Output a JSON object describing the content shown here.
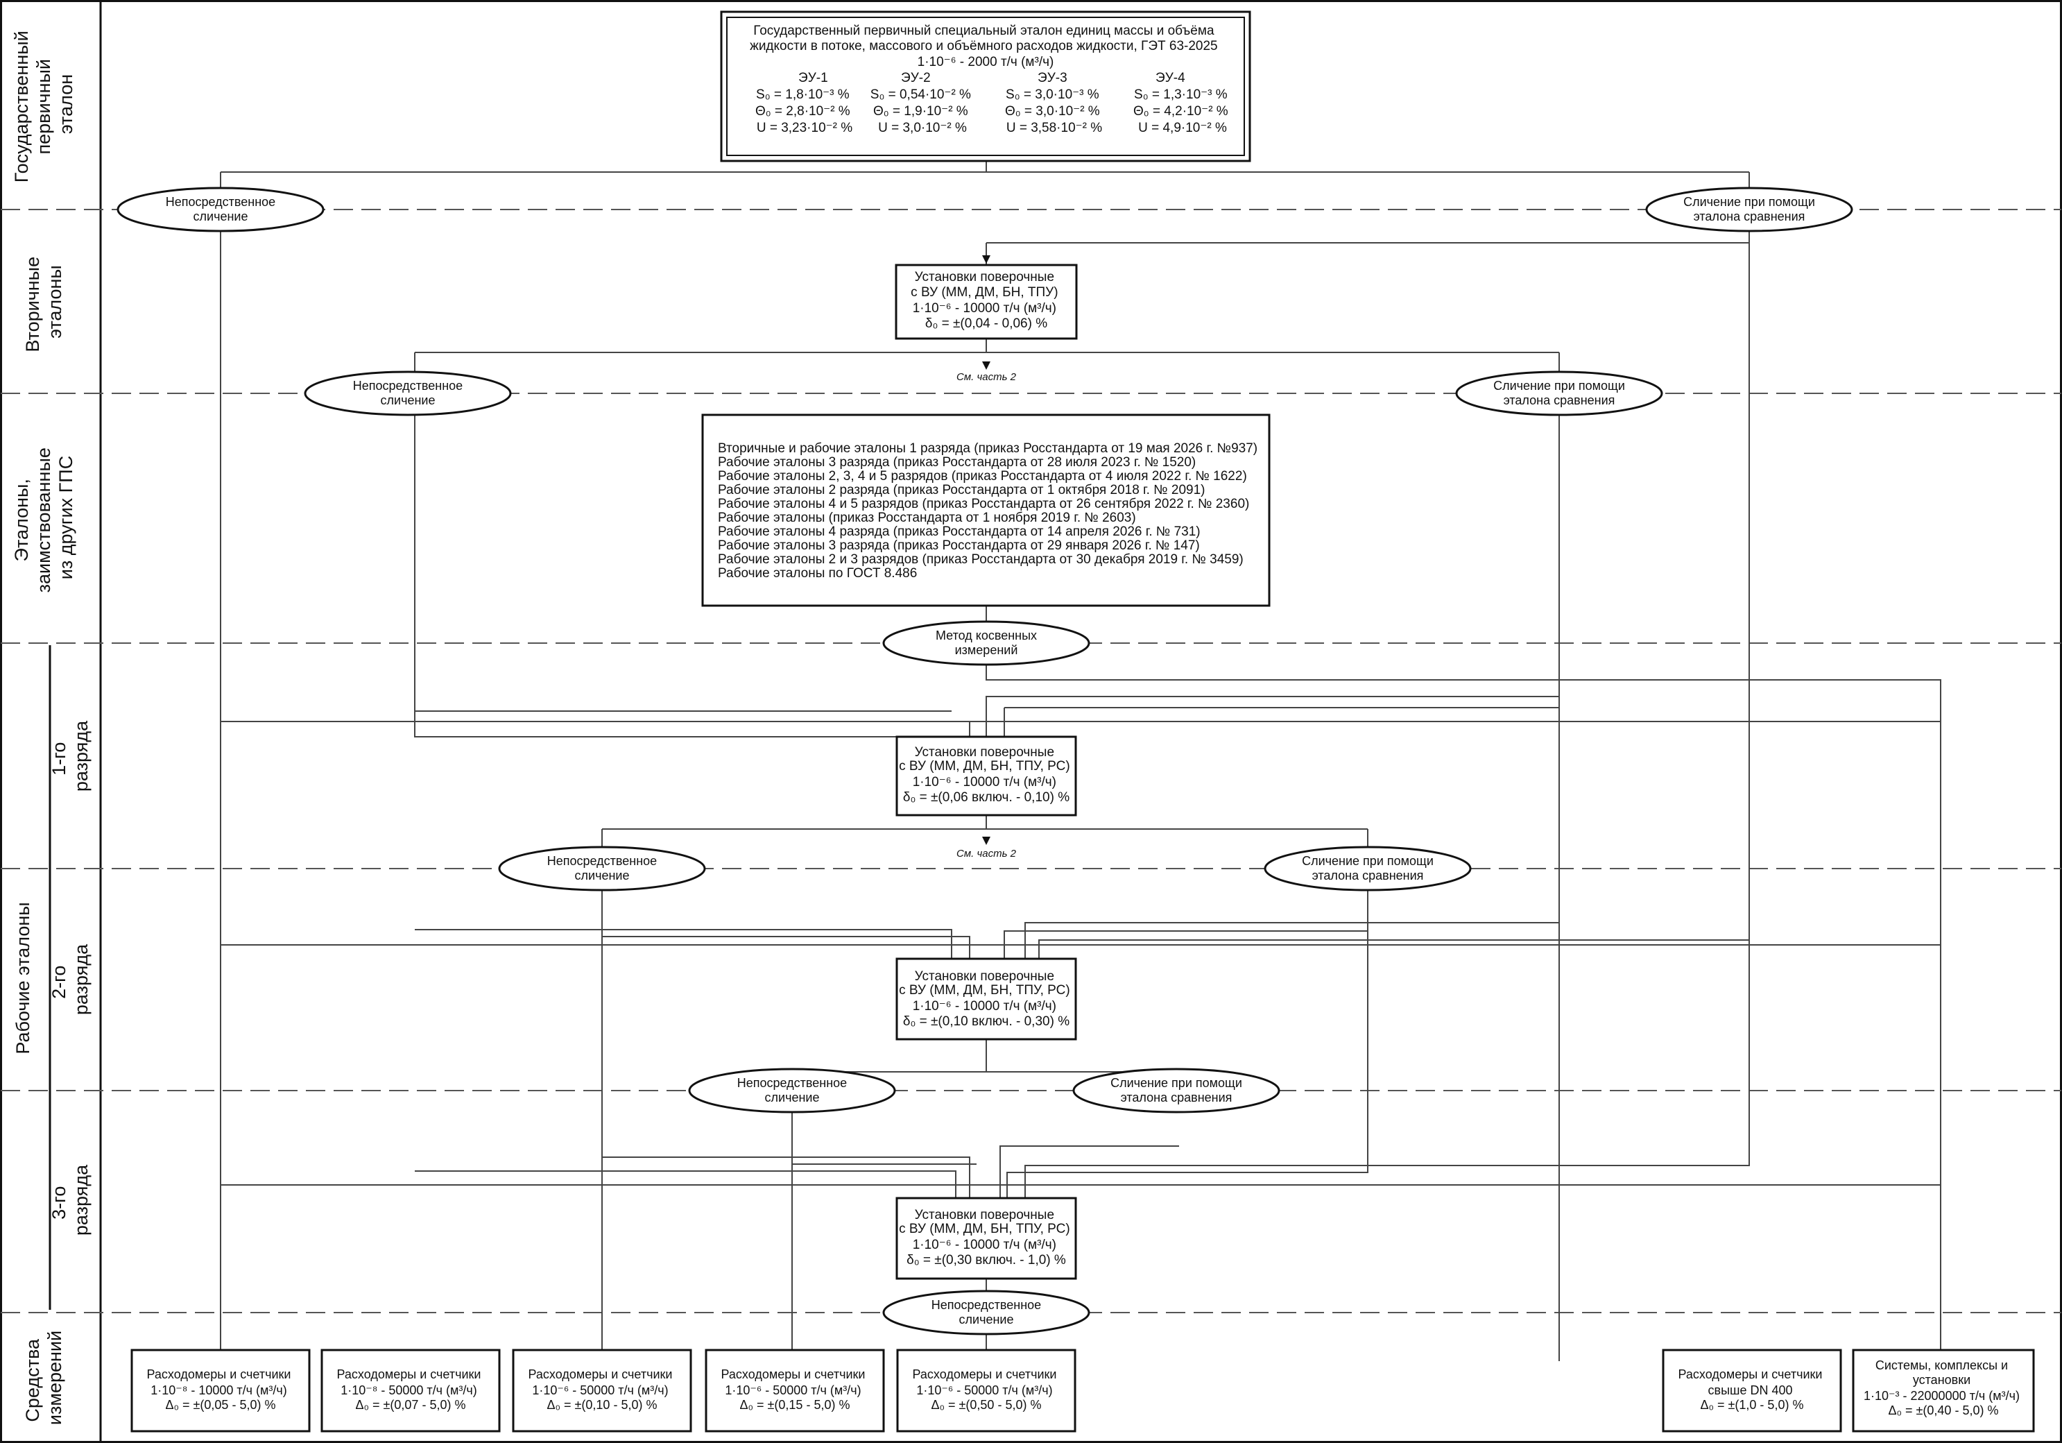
{
  "sections": {
    "state_primary": [
      "Государственный",
      "первичный",
      "эталон"
    ],
    "secondary": [
      "Вторичные",
      "эталоны"
    ],
    "borrowed": [
      "Эталоны,",
      "заимствованные",
      "из других ГПС"
    ],
    "working": "Рабочие эталоны",
    "rank1": [
      "1-го",
      "разряда"
    ],
    "rank2": [
      "2-го",
      "разряда"
    ],
    "rank3": [
      "3-го",
      "разряда"
    ],
    "instruments": [
      "Средства",
      "измерений"
    ]
  },
  "get": {
    "title": [
      "Государственный первичный специальный эталон единиц массы и объёма",
      "жидкости в потоке, массового и объёмного расходов жидкости, ГЭТ 63-2025",
      "1·10⁻⁶ - 2000 т/ч (м³/ч)"
    ],
    "units": [
      {
        "name": "ЭУ-1",
        "s": "S₀ = 1,8·10⁻³ %",
        "theta": "Θ₀ = 2,8·10⁻² %",
        "u": "U = 3,23·10⁻² %"
      },
      {
        "name": "ЭУ-2",
        "s": "S₀ = 0,54·10⁻² %",
        "theta": "Θ₀ = 1,9·10⁻² %",
        "u": "U = 3,0·10⁻² %"
      },
      {
        "name": "ЭУ-3",
        "s": "S₀ = 3,0·10⁻³ %",
        "theta": "Θ₀ = 3,0·10⁻² %",
        "u": "U = 3,58·10⁻² %"
      },
      {
        "name": "ЭУ-4",
        "s": "S₀ = 1,3·10⁻³ %",
        "theta": "Θ₀ = 4,2·10⁻² %",
        "u": "U = 4,9·10⁻² %"
      }
    ]
  },
  "methods": {
    "direct": [
      "Непосредственное",
      "сличение"
    ],
    "comparator": [
      "Сличение при помощи",
      "эталона сравнения"
    ],
    "indirect": [
      "Метод косвенных",
      "измерений"
    ]
  },
  "note": "См. часть 2",
  "secondary_box": [
    "Установки поверочные",
    "с ВУ (ММ, ДМ, БН, ТПУ)",
    "1·10⁻⁶ - 10000 т/ч (м³/ч)",
    "δ₀ = ±(0,04 - 0,06) %"
  ],
  "borrowed_box": [
    "Вторичные и рабочие эталоны 1 разряда (приказ Росстандарта от 19 мая 2026 г. №937)",
    "Рабочие эталоны 3 разряда (приказ Росстандарта от 28 июля 2023 г. № 1520)",
    "Рабочие эталоны 2, 3, 4 и 5 разрядов (приказ Росстандарта от 4 июля 2022 г. № 1622)",
    "Рабочие эталоны 2 разряда (приказ Росстандарта от 1 октября 2018 г. № 2091)",
    "Рабочие эталоны 4 и 5 разрядов (приказ Росстандарта от 26 сентября 2022 г. № 2360)",
    "Рабочие эталоны (приказ Росстандарта от 1 ноября 2019 г. № 2603)",
    "Рабочие эталоны 4 разряда (приказ Росстандарта от 14 апреля 2026 г. № 731)",
    "Рабочие эталоны 3 разряда (приказ Росстандарта от 29 января 2026 г. № 147)",
    "Рабочие эталоны 2 и 3 разрядов (приказ Росстандарта от 30 декабря 2019 г. № 3459)",
    "Рабочие эталоны по ГОСТ 8.486"
  ],
  "rank1_box": [
    "Установки поверочные",
    "с ВУ (ММ, ДМ, БН, ТПУ, РС)",
    "1·10⁻⁶ - 10000 т/ч (м³/ч)",
    "δ₀ = ±(0,06 включ. - 0,10) %"
  ],
  "rank2_box": [
    "Установки поверочные",
    "с ВУ (ММ, ДМ, БН, ТПУ, РС)",
    "1·10⁻⁶ - 10000 т/ч (м³/ч)",
    "δ₀ = ±(0,10 включ. - 0,30) %"
  ],
  "rank3_box": [
    "Установки поверочные",
    "с ВУ (ММ, ДМ, БН, ТПУ, РС)",
    "1·10⁻⁶ - 10000 т/ч (м³/ч)",
    "δ₀ = ±(0,30 включ. - 1,0) %"
  ],
  "instrument_boxes": [
    [
      "Расходомеры и счетчики",
      "1·10⁻⁸ - 10000 т/ч (м³/ч)",
      "Δ₀ = ±(0,05 - 5,0) %"
    ],
    [
      "Расходомеры и счетчики",
      "1·10⁻⁸ - 50000 т/ч (м³/ч)",
      "Δ₀ = ±(0,07 - 5,0) %"
    ],
    [
      "Расходомеры и счетчики",
      "1·10⁻⁶ - 50000 т/ч (м³/ч)",
      "Δ₀ = ±(0,10 - 5,0) %"
    ],
    [
      "Расходомеры и счетчики",
      "1·10⁻⁶ - 50000 т/ч (м³/ч)",
      "Δ₀ = ±(0,15 - 5,0) %"
    ],
    [
      "Расходомеры и счетчики",
      "1·10⁻⁶ - 50000 т/ч (м³/ч)",
      "Δ₀ = ±(0,50 - 5,0) %"
    ],
    [
      "Расходомеры и счетчики",
      "свыше DN 400",
      "Δ₀ = ±(1,0 - 5,0) %"
    ],
    [
      "Системы, комплексы и",
      "установки",
      "1·10⁻³ - 22000000 т/ч (м³/ч)",
      "Δ₀ = ±(0,40 - 5,0) %"
    ]
  ]
}
